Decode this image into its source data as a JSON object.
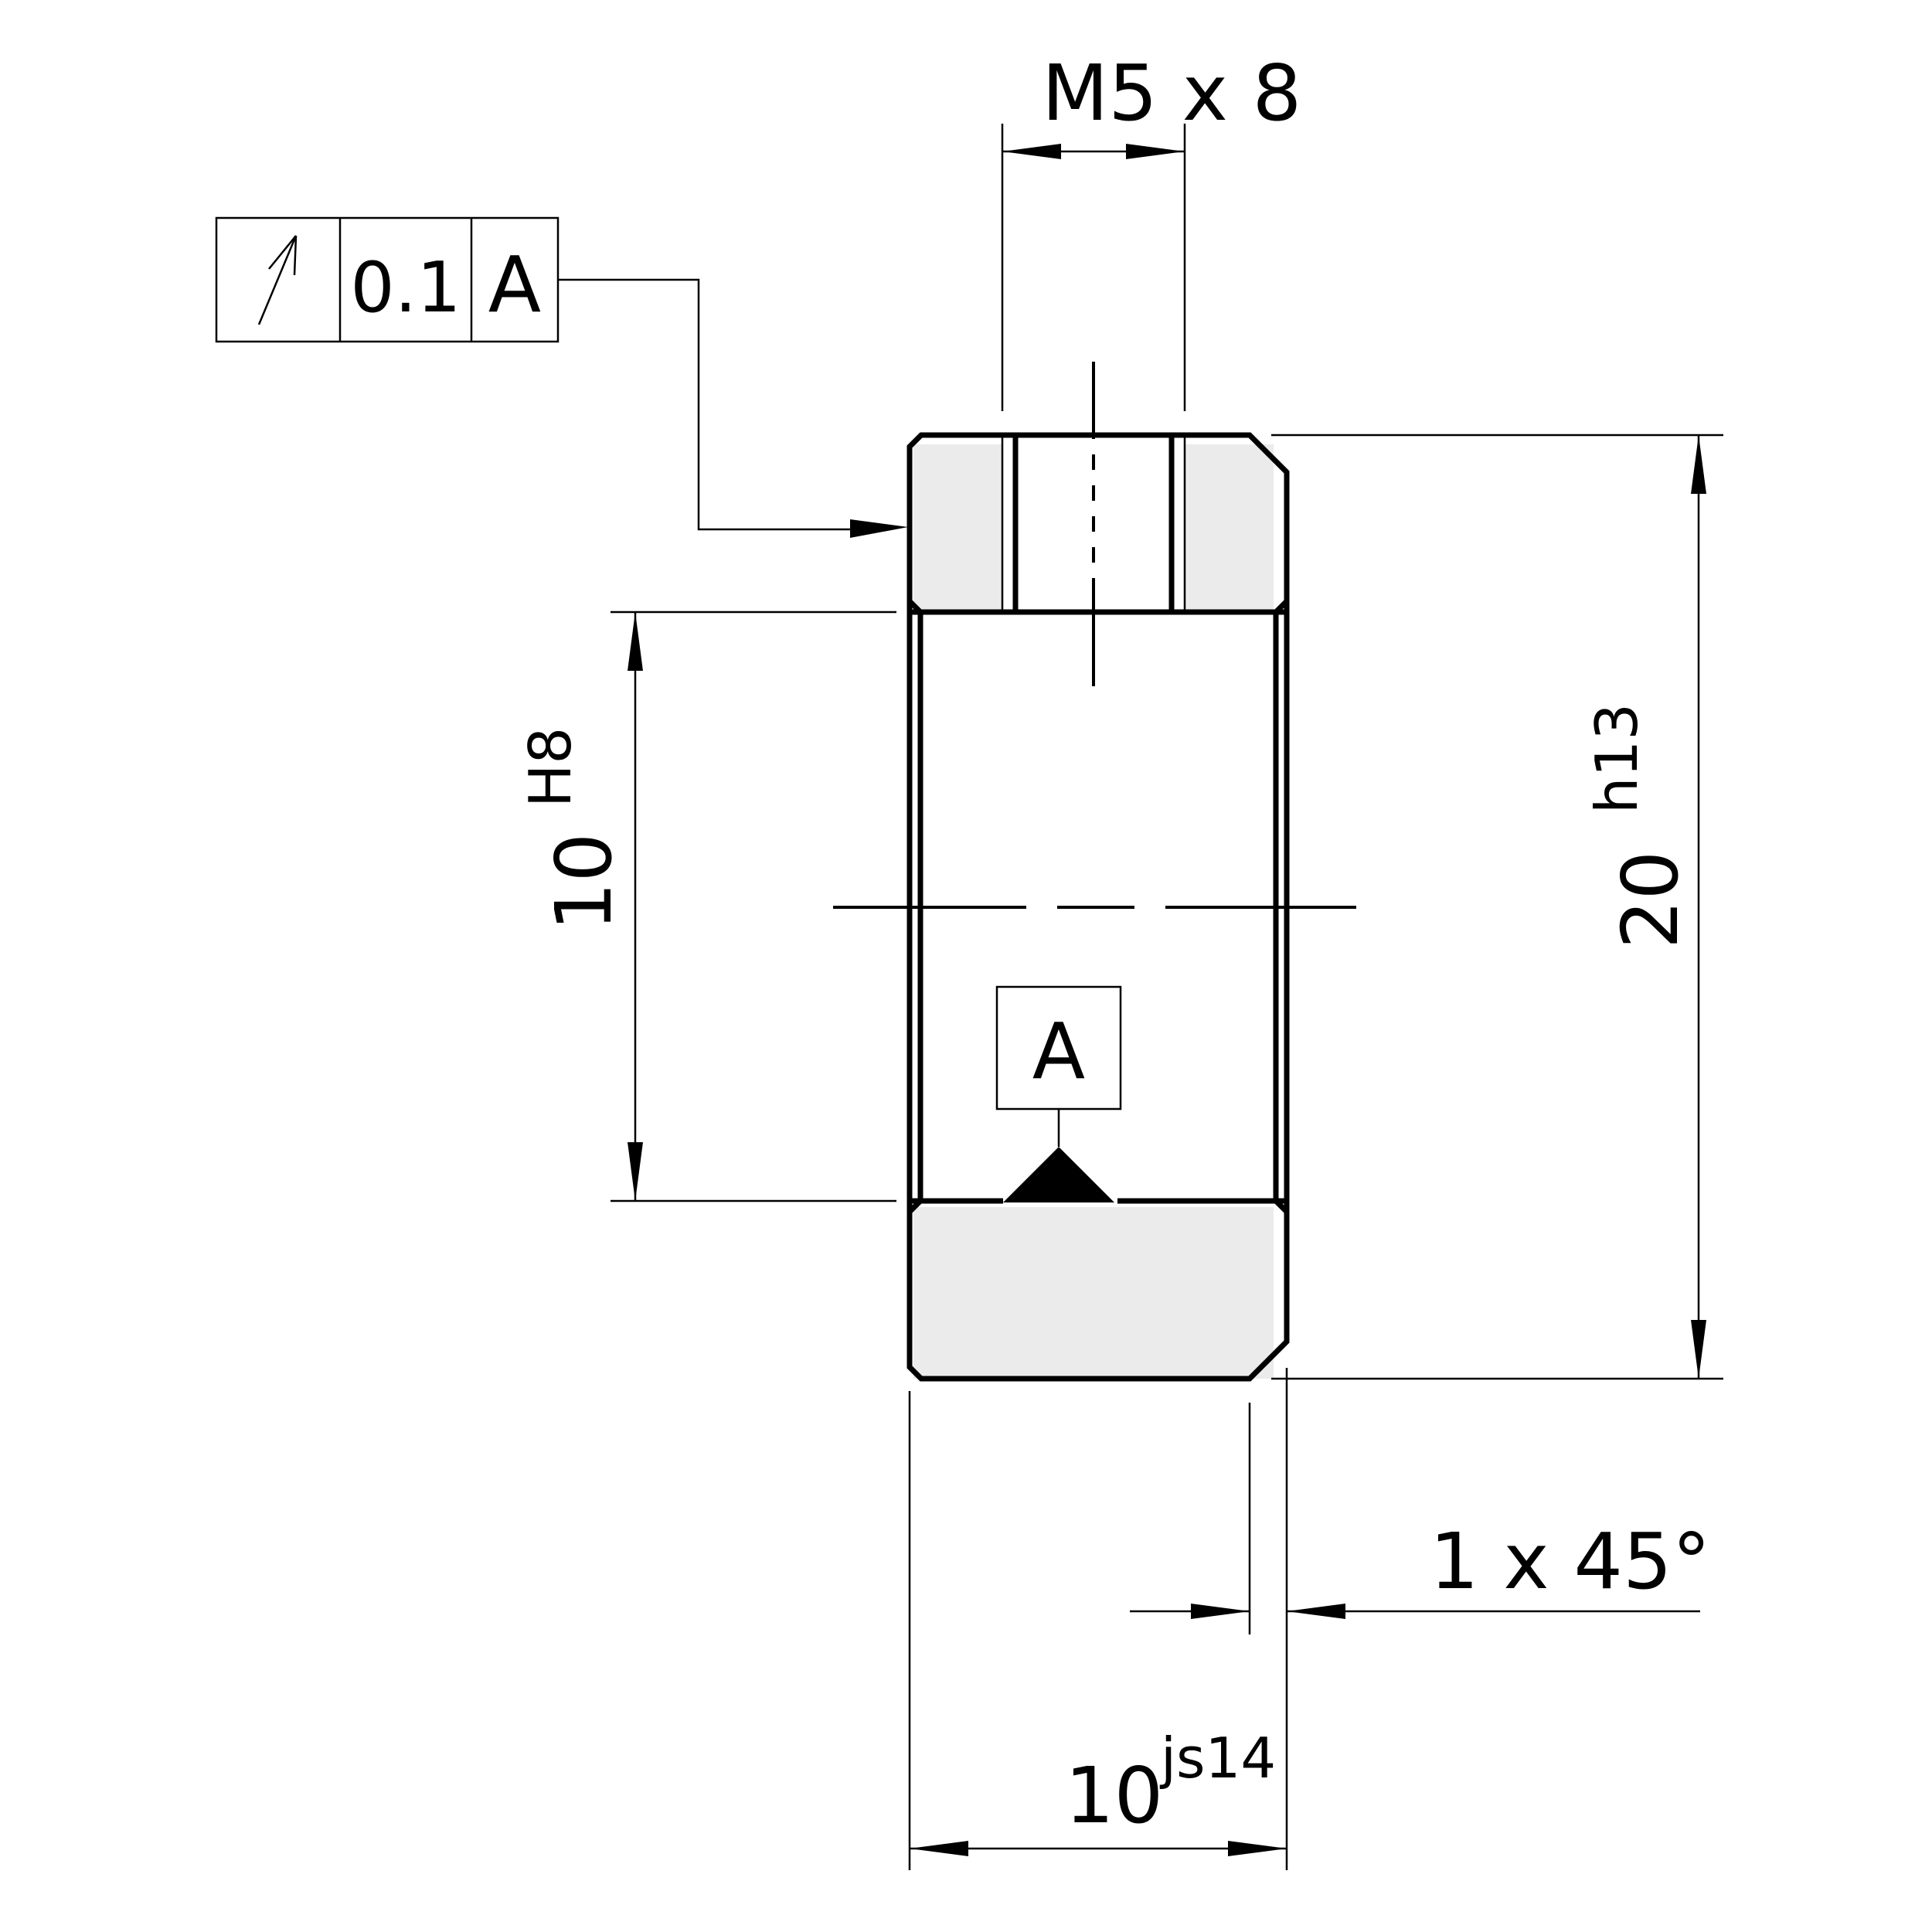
{
  "drawing": {
    "thread_callout": "M5 x 8",
    "feature_control_frame": {
      "symbol": "circular-runout-icon",
      "tolerance": "0.1",
      "datum": "A"
    },
    "datum_label": "A",
    "dim_bore": {
      "value": "10",
      "tolerance": "H8"
    },
    "dim_height": {
      "value": "20",
      "tolerance": "h13"
    },
    "dim_width": {
      "value": "10",
      "tolerance": "js14"
    },
    "dim_chamfer": "1 x 45°",
    "colors": {
      "line": "#000000",
      "section_fill": "#ebebeb",
      "background": "#ffffff"
    }
  }
}
